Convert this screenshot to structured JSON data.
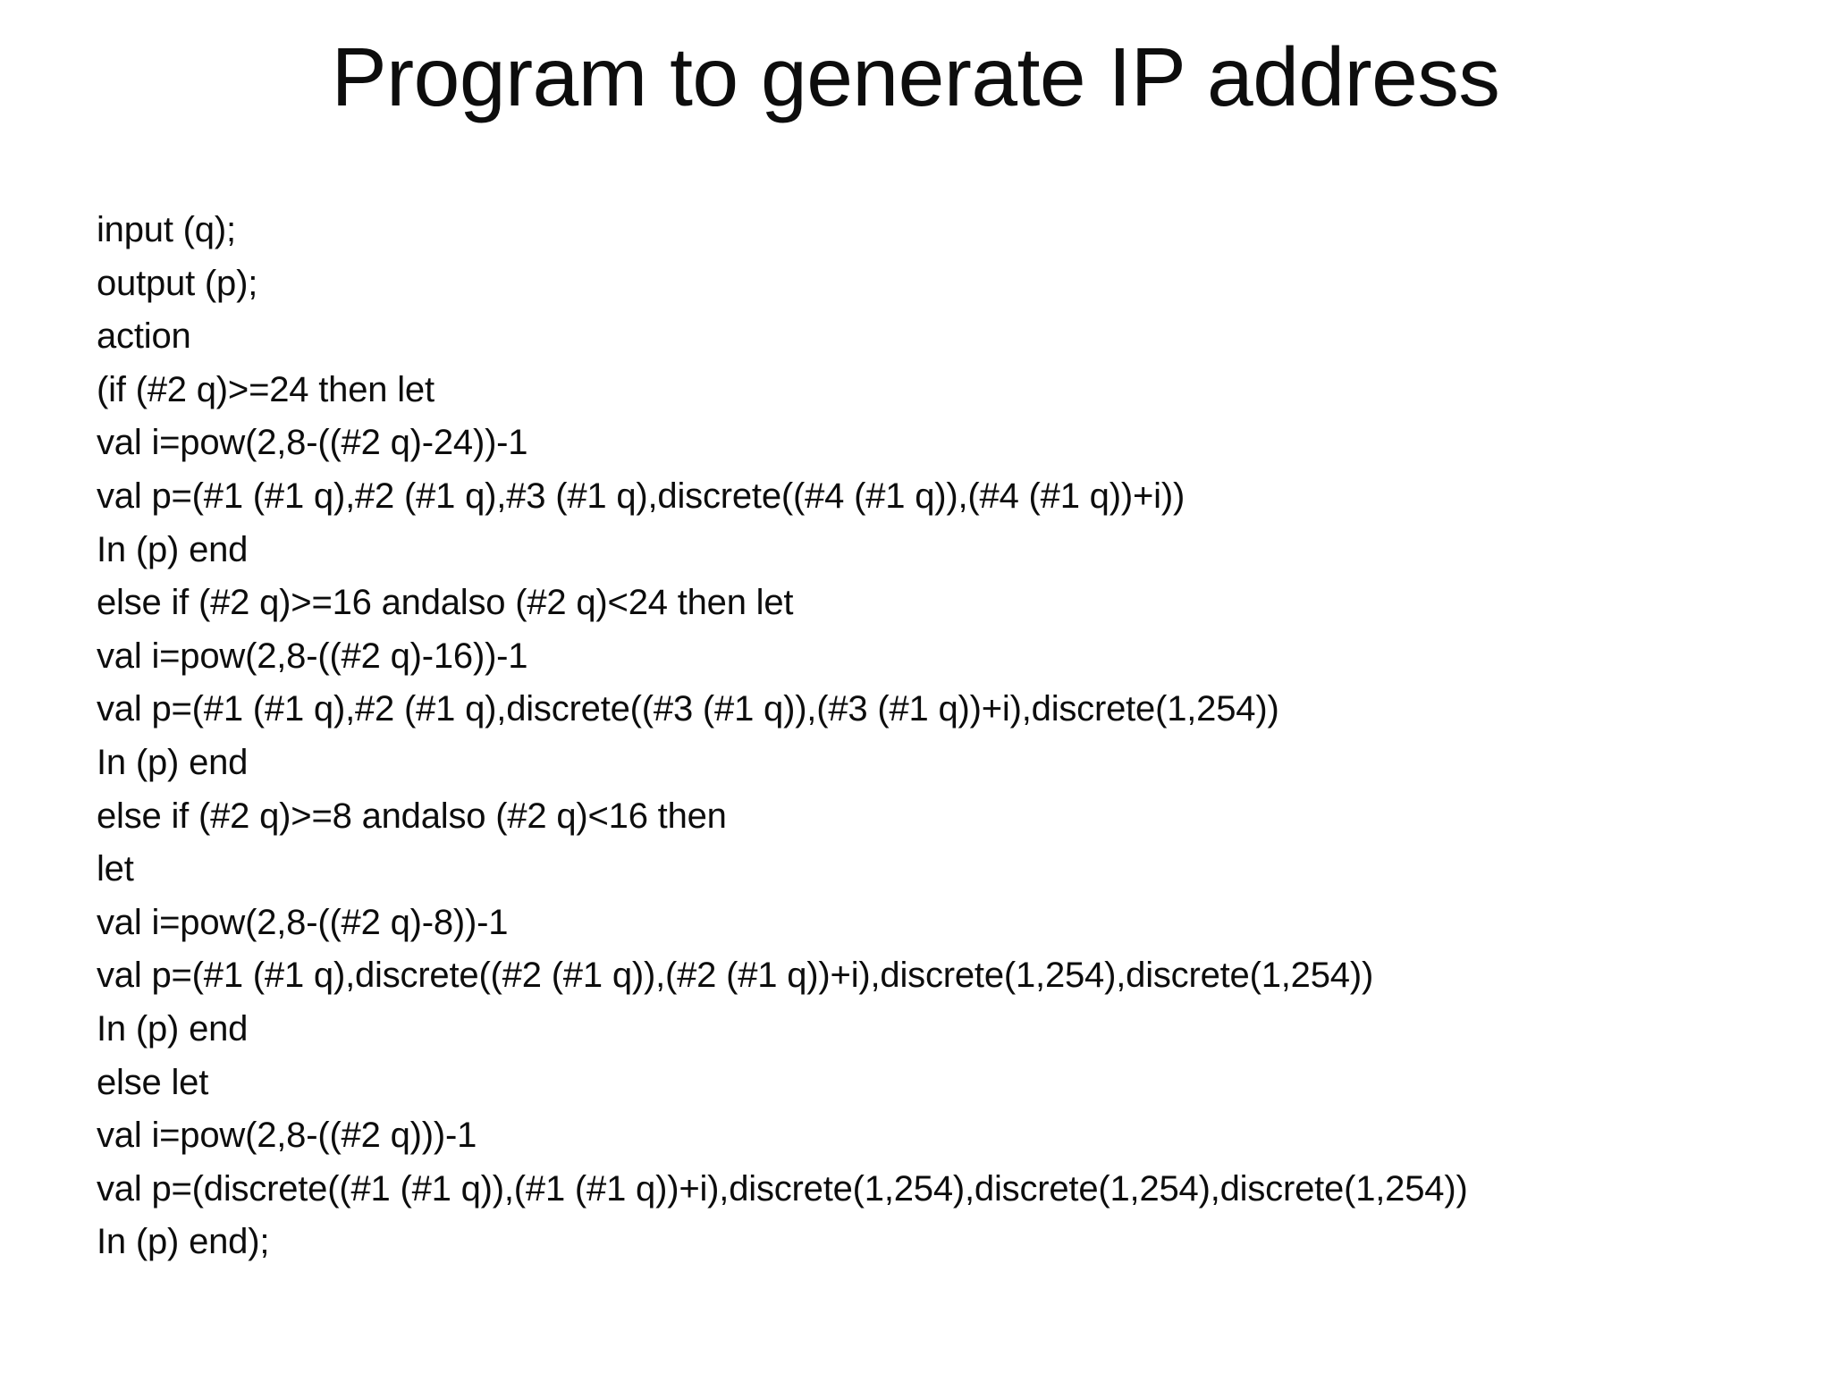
{
  "slide": {
    "title": "Program to generate IP address",
    "background_color": "#ffffff",
    "text_color": "#0d0d0d",
    "code_lines": [
      "input (q);",
      "output (p);",
      "action",
      "(if (#2 q)>=24 then let",
      "val i=pow(2,8-((#2 q)-24))-1",
      "val p=(#1 (#1 q),#2 (#1 q),#3 (#1 q),discrete((#4 (#1 q)),(#4 (#1 q))+i))",
      "In (p) end",
      "else if (#2 q)>=16 andalso (#2 q)<24 then let",
      "val i=pow(2,8-((#2 q)-16))-1",
      "val p=(#1 (#1 q),#2 (#1 q),discrete((#3 (#1 q)),(#3 (#1 q))+i),discrete(1,254))",
      "In (p) end",
      "else if (#2 q)>=8 andalso (#2 q)<16 then",
      "let",
      "val i=pow(2,8-((#2 q)-8))-1",
      "val p=(#1 (#1 q),discrete((#2 (#1 q)),(#2 (#1 q))+i),discrete(1,254),discrete(1,254))",
      "In (p) end",
      "else let",
      "val i=pow(2,8-((#2 q)))-1",
      "val p=(discrete((#1 (#1 q)),(#1 (#1 q))+i),discrete(1,254),discrete(1,254),discrete(1,254))",
      "In (p) end);"
    ]
  }
}
